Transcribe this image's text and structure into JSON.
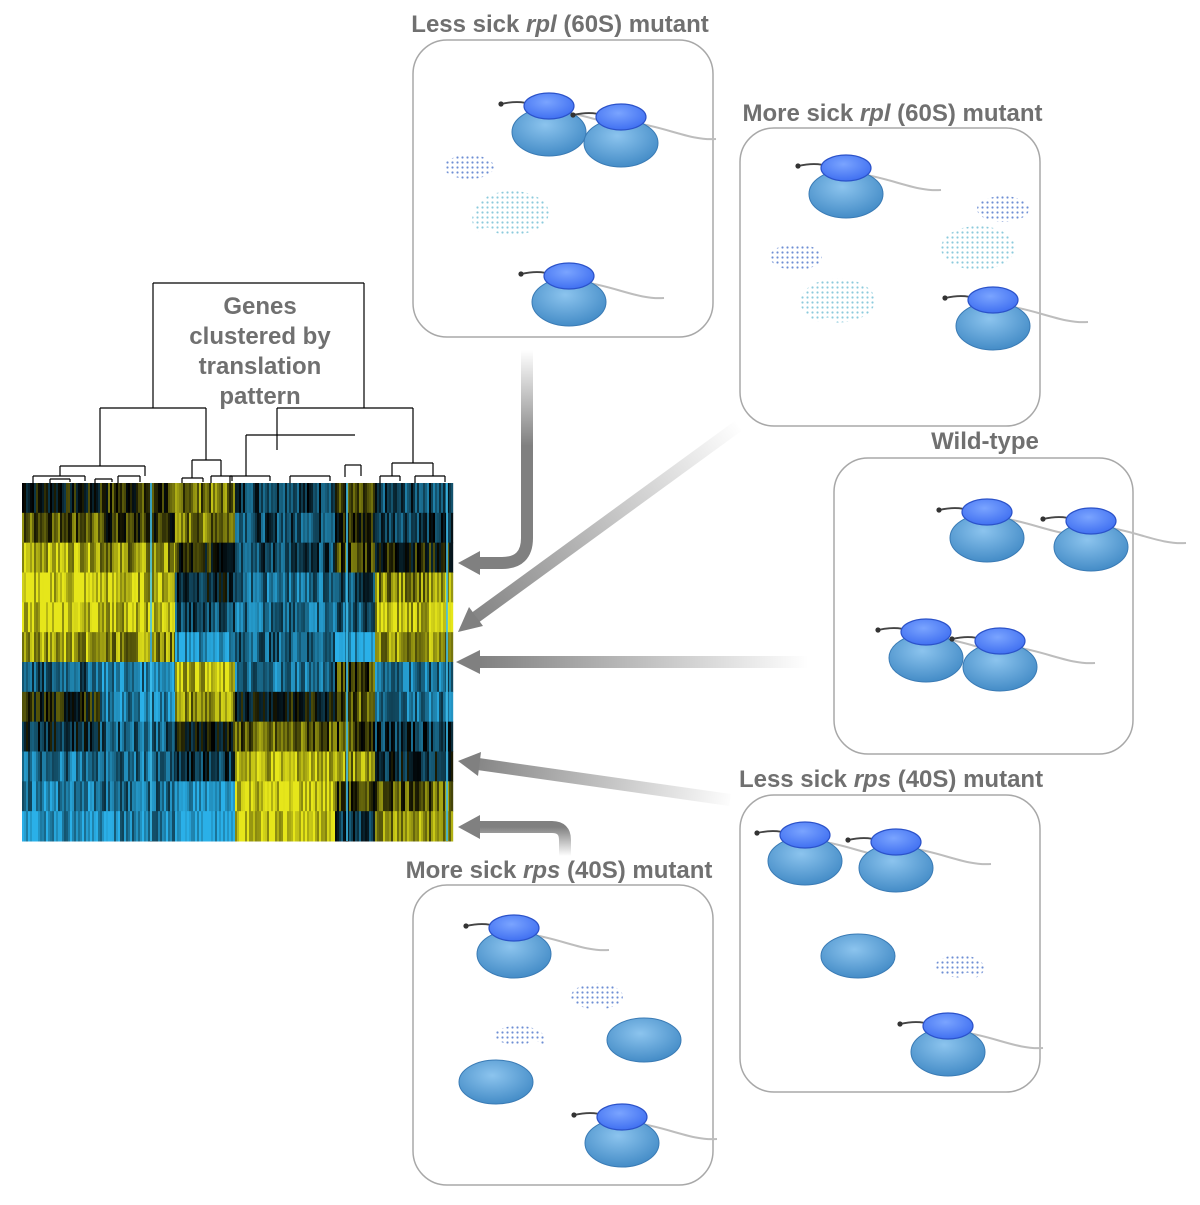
{
  "heatmap": {
    "label_lines": [
      "Genes",
      "clustered by",
      "translation",
      "pattern"
    ],
    "colors": {
      "high": "#e6e61a",
      "low": "#2ab0e8",
      "neutral": "#000000"
    }
  },
  "panels": {
    "less_sick_rpl": {
      "title_pre": "Less sick ",
      "gene": "rpl",
      "title_post": " (60S) mutant"
    },
    "more_sick_rpl": {
      "title_pre": "More sick ",
      "gene": "rpl",
      "title_post": " (60S) mutant"
    },
    "wild_type": {
      "title_pre": "Wild-type",
      "gene": "",
      "title_post": ""
    },
    "less_sick_rps": {
      "title_pre": "Less sick ",
      "gene": "rps",
      "title_post": " (40S) mutant"
    },
    "more_sick_rps": {
      "title_pre": "More sick ",
      "gene": "rps",
      "title_post": " (40S) mutant"
    }
  },
  "colors": {
    "large_subunit": "#5a9fd6",
    "small_subunit": "#4d7ff5",
    "free_large_dots": "#9fd6e3",
    "free_small_dots": "#8aa3dc",
    "arrow": "#808080",
    "panel_border": "#a0a0a0",
    "title_text": "#707070"
  }
}
